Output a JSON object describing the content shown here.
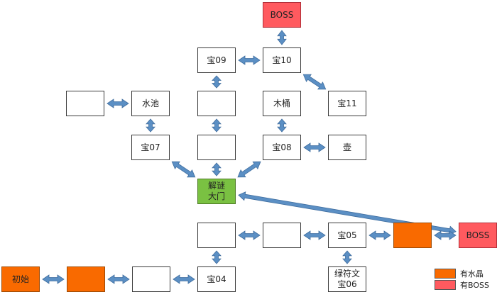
{
  "diagram": {
    "colors": {
      "arrow": "#5b8fc4",
      "red": "#ff5a5f",
      "orange": "#f96a00",
      "green": "#7ac142"
    },
    "nodes": [
      {
        "id": "boss_top",
        "label": "BOSS",
        "fill": "red"
      },
      {
        "id": "t09",
        "label": "宝09",
        "fill": "white"
      },
      {
        "id": "t10",
        "label": "宝10",
        "fill": "white"
      },
      {
        "id": "blank_left",
        "label": "",
        "fill": "white"
      },
      {
        "id": "pool",
        "label": "水池",
        "fill": "white"
      },
      {
        "id": "blank_mid_upper",
        "label": "",
        "fill": "white"
      },
      {
        "id": "barrel",
        "label": "木桶",
        "fill": "white"
      },
      {
        "id": "t11",
        "label": "宝11",
        "fill": "white"
      },
      {
        "id": "t07",
        "label": "宝07",
        "fill": "white"
      },
      {
        "id": "blank_mid_lower",
        "label": "",
        "fill": "white"
      },
      {
        "id": "t08",
        "label": "宝08",
        "fill": "white"
      },
      {
        "id": "pot",
        "label": "壶",
        "fill": "white"
      },
      {
        "id": "gate",
        "label": "解谜\n大门",
        "fill": "green"
      },
      {
        "id": "blank_row1_a",
        "label": "",
        "fill": "white"
      },
      {
        "id": "blank_row1_b",
        "label": "",
        "fill": "white"
      },
      {
        "id": "t05",
        "label": "宝05",
        "fill": "white"
      },
      {
        "id": "crystal_right",
        "label": "",
        "fill": "orange"
      },
      {
        "id": "boss_right",
        "label": "BOSS",
        "fill": "red"
      },
      {
        "id": "start",
        "label": "初始",
        "fill": "orange"
      },
      {
        "id": "crystal_left",
        "label": "",
        "fill": "orange"
      },
      {
        "id": "blank_bottom",
        "label": "",
        "fill": "white"
      },
      {
        "id": "t04",
        "label": "宝04",
        "fill": "white"
      },
      {
        "id": "t06",
        "label": "绿符文\n宝06",
        "fill": "white"
      }
    ],
    "edges": [
      [
        "boss_top",
        "t10"
      ],
      [
        "t09",
        "t10"
      ],
      [
        "t10",
        "t11"
      ],
      [
        "t09",
        "blank_mid_upper"
      ],
      [
        "blank_left",
        "pool"
      ],
      [
        "pool",
        "t07"
      ],
      [
        "blank_mid_upper",
        "blank_mid_lower"
      ],
      [
        "barrel",
        "t08"
      ],
      [
        "t08",
        "pot"
      ],
      [
        "t07",
        "gate"
      ],
      [
        "blank_mid_lower",
        "gate"
      ],
      [
        "t08",
        "gate"
      ],
      [
        "gate",
        "boss_right"
      ],
      [
        "blank_row1_a",
        "blank_row1_b"
      ],
      [
        "blank_row1_b",
        "t05"
      ],
      [
        "t05",
        "crystal_right"
      ],
      [
        "crystal_right",
        "boss_right"
      ],
      [
        "blank_row1_a",
        "t04"
      ],
      [
        "t05",
        "t06"
      ],
      [
        "start",
        "crystal_left"
      ],
      [
        "crystal_left",
        "blank_bottom"
      ],
      [
        "blank_bottom",
        "t04"
      ]
    ],
    "legend": [
      {
        "label": "有水晶",
        "fill": "orange"
      },
      {
        "label": "有BOSS",
        "fill": "red"
      }
    ]
  }
}
